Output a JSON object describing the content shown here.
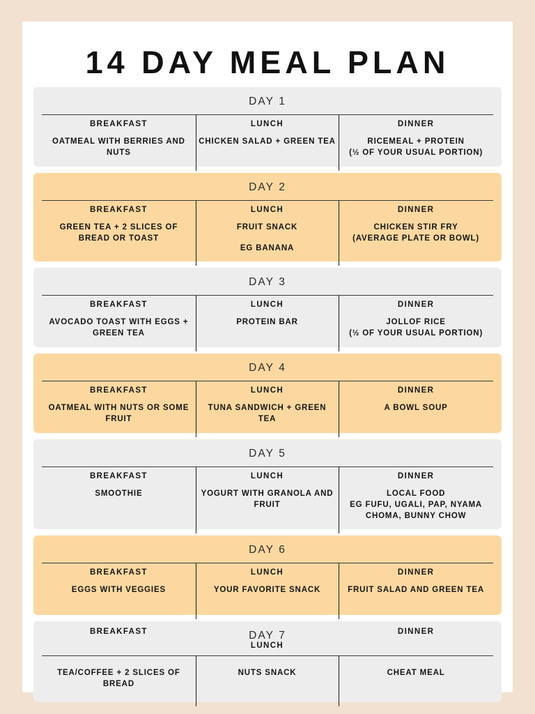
{
  "document": {
    "title": "14 DAY MEAL PLAN",
    "page_background": "#f2e1d0",
    "sheet_background": "#ffffff",
    "theme_grey": "#ededed",
    "theme_orange": "#fcd8a0"
  },
  "columns": {
    "breakfast_label": "BREAKFAST",
    "lunch_label": "LUNCH",
    "dinner_label": "DINNER"
  },
  "days": [
    {
      "heading": "DAY 1",
      "theme": "grey",
      "layout": "normal",
      "breakfast_label": "BREAKFAST",
      "lunch_label": "LUNCH",
      "dinner_label": "DINNER",
      "breakfast": [
        "OATMEAL WITH BERRIES AND NUTS"
      ],
      "lunch": [
        "CHICKEN SALAD + GREEN TEA"
      ],
      "dinner": [
        "RICEMEAL + PROTEIN",
        "(½ OF YOUR USUAL PORTION)"
      ]
    },
    {
      "heading": "DAY 2",
      "theme": "orange",
      "layout": "normal",
      "breakfast_label": "BREAKFAST",
      "lunch_label": "LUNCH",
      "dinner_label": "DINNER",
      "breakfast": [
        "GREEN TEA + 2 SLICES OF BREAD OR TOAST"
      ],
      "lunch": [
        "FRUIT SNACK",
        "",
        "EG BANANA"
      ],
      "dinner": [
        "CHICKEN STIR FRY",
        "(AVERAGE PLATE OR BOWL)"
      ]
    },
    {
      "heading": "DAY 3",
      "theme": "grey",
      "layout": "normal",
      "breakfast_label": "BREAKFAST",
      "lunch_label": "LUNCH",
      "dinner_label": "DINNER",
      "breakfast": [
        "AVOCADO TOAST WITH EGGS + GREEN TEA"
      ],
      "lunch": [
        "PROTEIN BAR"
      ],
      "dinner": [
        "JOLLOF RICE",
        "(½ OF YOUR USUAL PORTION)"
      ]
    },
    {
      "heading": "DAY 4",
      "theme": "orange",
      "layout": "normal",
      "breakfast_label": "BREAKFAST",
      "lunch_label": "LUNCH",
      "dinner_label": "DINNER",
      "breakfast": [
        "OATMEAL WITH NUTS OR SOME FRUIT"
      ],
      "lunch": [
        "TUNA SANDWICH + GREEN TEA"
      ],
      "dinner": [
        "A BOWL SOUP"
      ]
    },
    {
      "heading": "DAY 5",
      "theme": "grey",
      "layout": "normal",
      "breakfast_label": "BREAKFAST",
      "lunch_label": "LUNCH",
      "dinner_label": "DINNER",
      "breakfast": [
        "SMOOTHIE"
      ],
      "lunch": [
        "YOGURT WITH GRANOLA AND FRUIT"
      ],
      "dinner": [
        "LOCAL FOOD",
        "EG FUFU, UGALI, PAP, NYAMA CHOMA, BUNNY CHOW"
      ]
    },
    {
      "heading": "DAY 6",
      "theme": "orange",
      "layout": "normal",
      "breakfast_label": "BREAKFAST",
      "lunch_label": "LUNCH",
      "dinner_label": "DINNER",
      "breakfast": [
        "EGGS WITH VEGGIES"
      ],
      "lunch": [
        "YOUR FAVORITE SNACK"
      ],
      "dinner": [
        "FRUIT SALAD AND GREEN TEA"
      ]
    },
    {
      "heading": "DAY 7",
      "theme": "grey",
      "layout": "stacked",
      "breakfast_label": "BREAKFAST",
      "lunch_label": "LUNCH",
      "dinner_label": "DINNER",
      "breakfast": [
        "TEA/COFFEE + 2 SLICES OF BREAD"
      ],
      "lunch": [
        "NUTS SNACK"
      ],
      "dinner": [
        "CHEAT MEAL"
      ]
    }
  ]
}
